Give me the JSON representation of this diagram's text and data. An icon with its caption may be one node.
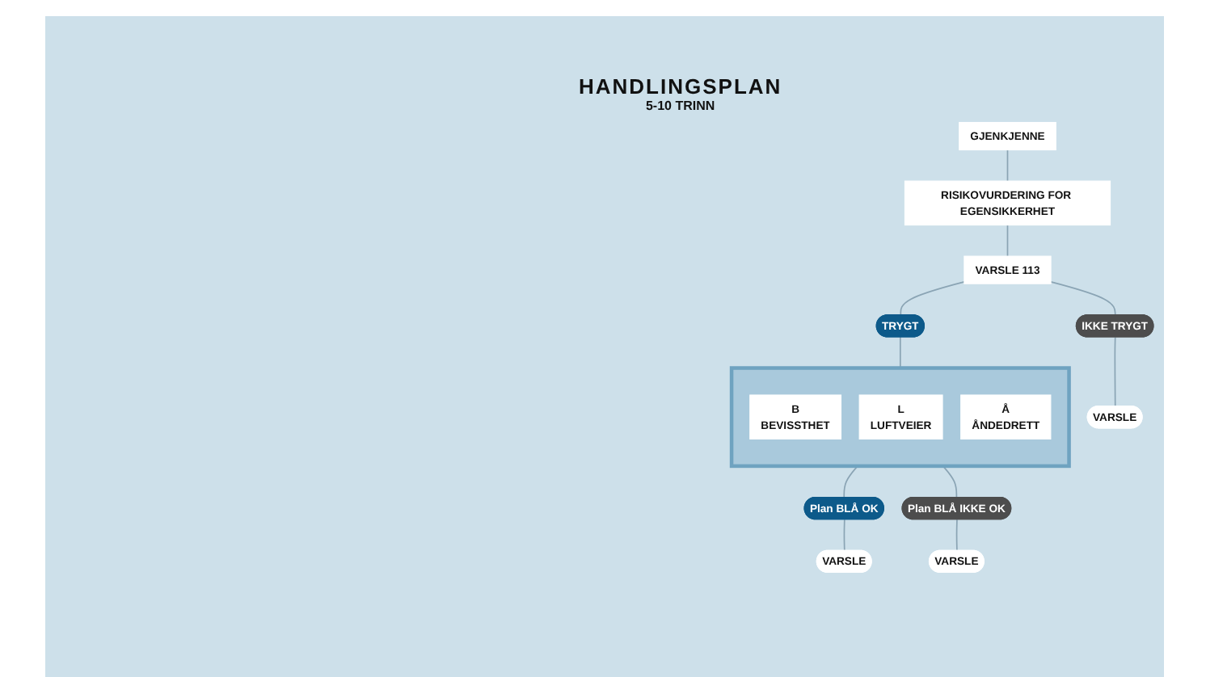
{
  "diagram": {
    "title": "HANDLINGSPLAN",
    "nodes": [
      {
        "text": [
          "GJENKJENNE"
        ]
      },
      {
        "text": [
          "RISIKOVURDERING FOR EGENSIKKERHET"
        ]
      },
      {
        "text": [
          "VARSLE 113"
        ]
      },
      {
        "text": [
          "VARSLE"
        ]
      },
      {
        "text": [
          "IKKE TRYGT"
        ]
      },
      {
        "text": [
          "TRYGT"
        ]
      },
      {
        "text": [],
        "shape": "box"
      },
      {
        "text": [
          "B",
          "BEVISSTHET"
        ],
        "in": 6
      },
      {
        "text": [
          "L",
          "LUFTVEIER"
        ],
        "in": 6
      },
      {
        "text": [
          "Å",
          "ÅNDEDRETT"
        ],
        "in": 6
      },
      {
        "text": [
          "Plan BLÅ OK"
        ]
      },
      {
        "text": [
          "Plan BLÅ IKKE OK"
        ]
      },
      {
        "text": [
          "VARSLE"
        ]
      },
      {
        "text": [
          "VARSLE"
        ]
      }
    ],
    "edges": [
      {
        "from": 0,
        "to": 1,
        "arrow": "none"
      },
      {
        "from": 1,
        "to": 2,
        "arrow": "none"
      },
      {
        "from": 2,
        "to": 4,
        "arrow": "none"
      },
      {
        "from": 4,
        "to": 3,
        "arrow": "none"
      },
      {
        "from": 2,
        "to": 5,
        "arrow": "none"
      },
      {
        "from": 5,
        "to": 6,
        "arrow": "none"
      },
      {
        "from": 6,
        "to": 10,
        "arrow": "none"
      },
      {
        "from": 6,
        "to": 11,
        "arrow": "none"
      },
      {
        "from": 10,
        "to": 12,
        "arrow": "none"
      },
      {
        "from": 11,
        "to": 13,
        "arrow": "none"
      }
    ],
    "labels": [
      "5-10 TRINN"
    ]
  }
}
